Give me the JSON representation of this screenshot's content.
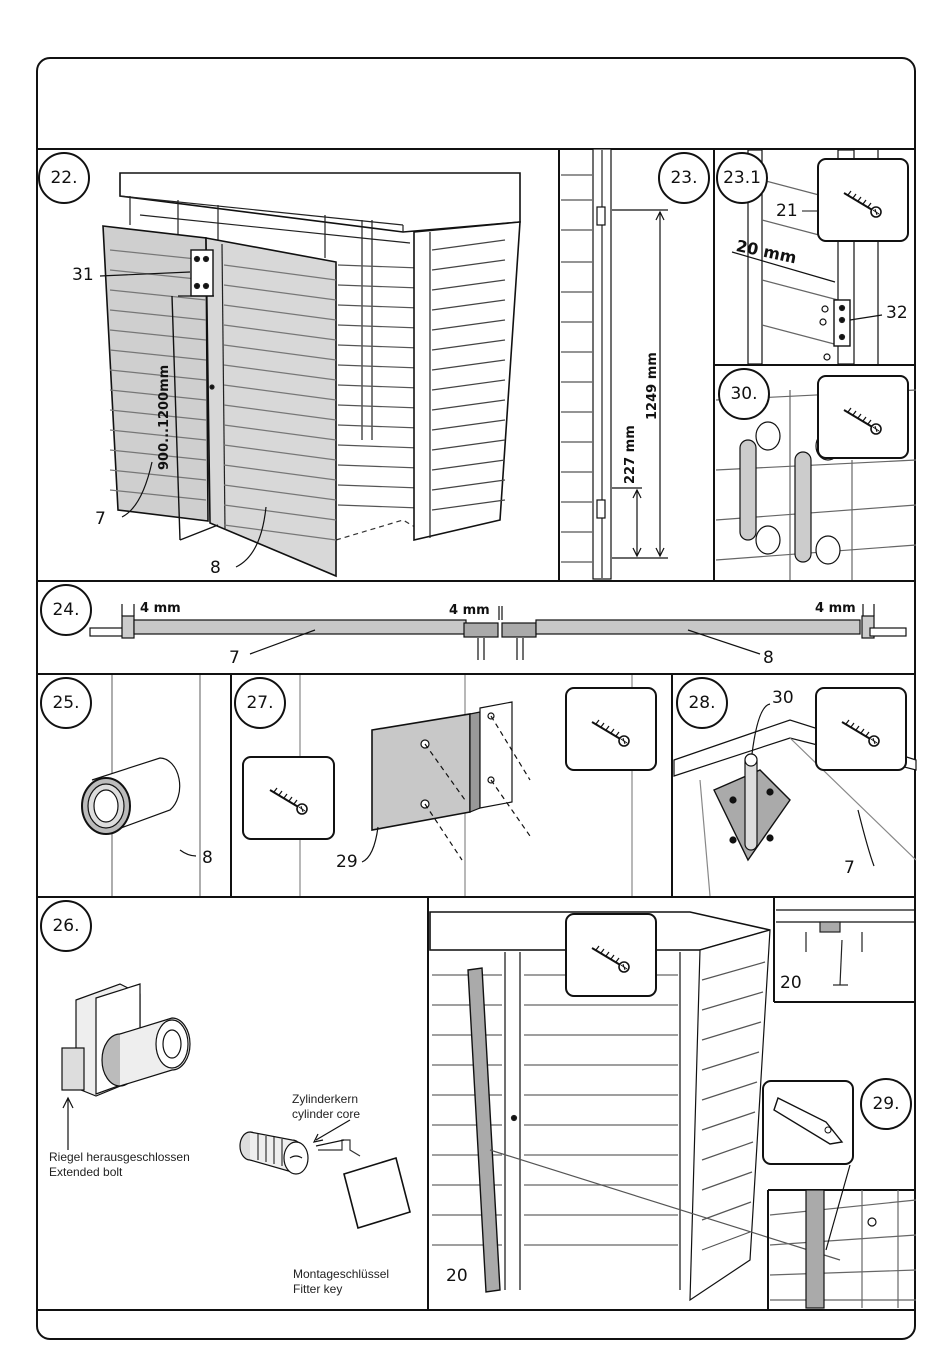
{
  "steps": {
    "s22": "22.",
    "s23": "23.",
    "s23_1": "23.1",
    "s24": "24.",
    "s25": "25.",
    "s26": "26.",
    "s27": "27.",
    "s28": "28.",
    "s29": "29.",
    "s30": "30."
  },
  "panel22": {
    "part_31": "31",
    "part_7": "7",
    "part_8": "8",
    "height_range": "900...1200mm"
  },
  "panel23": {
    "dim_227": "227 mm",
    "dim_1249": "1249 mm"
  },
  "panel23_1": {
    "part_21": "21",
    "dim_20": "20 mm",
    "part_32": "32"
  },
  "panel24": {
    "gap_left": "4 mm",
    "gap_mid": "4 mm",
    "gap_right": "4 mm",
    "part_7": "7",
    "part_8": "8"
  },
  "panel25": {
    "part_8": "8"
  },
  "panel27": {
    "part_29": "29"
  },
  "panel28": {
    "part_30": "30",
    "part_7": "7"
  },
  "panel26": {
    "bolt_de": "Riegel herausgeschlossen",
    "bolt_en": "Extended bolt",
    "core_de": "Zylinderkern",
    "core_en": "cylinder core",
    "key_de": "Montageschlüssel",
    "key_en": "Fitter key"
  },
  "panel29": {
    "part_20_a": "20",
    "part_20_b": "20"
  },
  "icons": [
    "screw-icon"
  ]
}
